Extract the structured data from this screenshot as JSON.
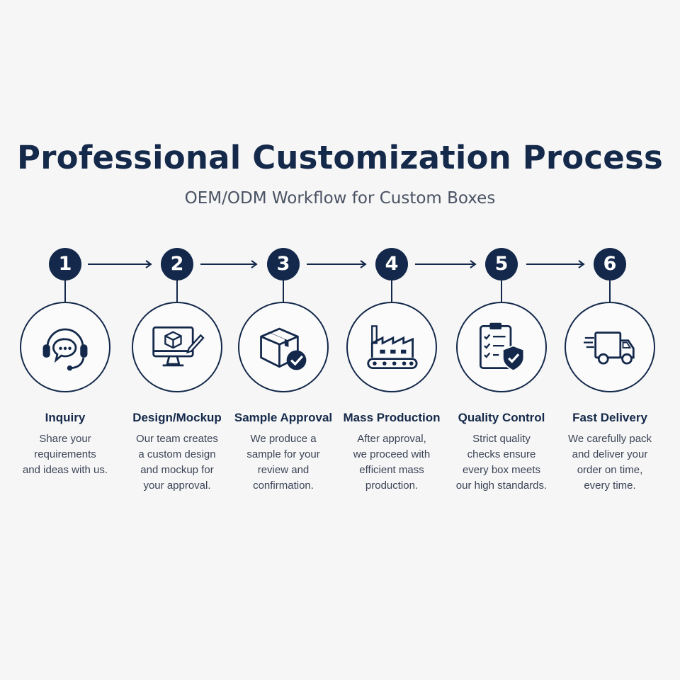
{
  "header": {
    "title": "Professional Customization Process",
    "subtitle": "OEM/ODM Workflow for Custom Boxes"
  },
  "colors": {
    "navy": "#13284a",
    "background": "#f6f6f6",
    "text": "#3b4456"
  },
  "steps": [
    {
      "number": "1",
      "title": "Inquiry",
      "icon": "headset-chat-icon",
      "lines": [
        "Share your",
        "requirements",
        "and ideas with us."
      ]
    },
    {
      "number": "2",
      "title": "Design/Mockup",
      "icon": "monitor-design-icon",
      "lines": [
        "Our team creates",
        "a custom design",
        "and mockup for",
        "your approval."
      ]
    },
    {
      "number": "3",
      "title": "Sample Approval",
      "icon": "box-check-icon",
      "lines": [
        "We produce a",
        "sample for your",
        "review and",
        "confirmation."
      ]
    },
    {
      "number": "4",
      "title": "Mass Production",
      "icon": "factory-icon",
      "lines": [
        "After approval,",
        "we proceed with",
        "efficient mass",
        "production."
      ]
    },
    {
      "number": "5",
      "title": "Quality Control",
      "icon": "clipboard-shield-icon",
      "lines": [
        "Strict quality",
        "checks ensure",
        "every box meets",
        "our high standards."
      ]
    },
    {
      "number": "6",
      "title": "Fast Delivery",
      "icon": "delivery-truck-icon",
      "lines": [
        "We carefully pack",
        "and deliver your",
        "order on time,",
        "every time."
      ]
    }
  ]
}
